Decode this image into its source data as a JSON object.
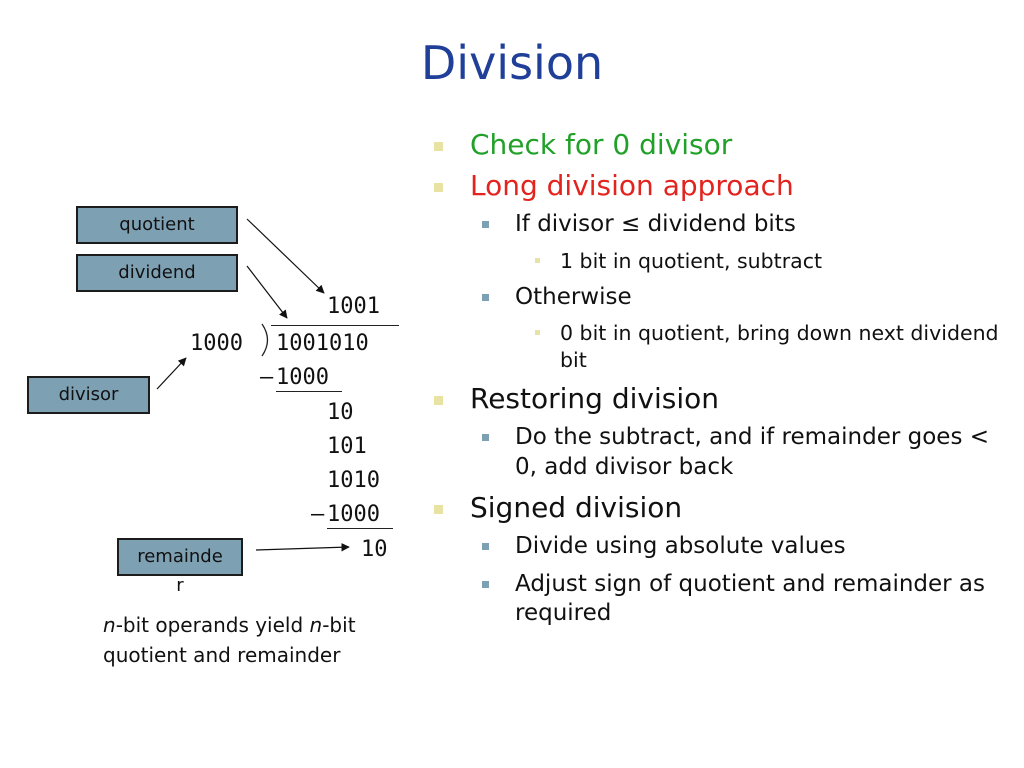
{
  "title": "Division",
  "bullets": {
    "check_zero": "Check for 0 divisor",
    "long_division": "Long division approach",
    "if_divisor": "If divisor ≤ dividend bits",
    "one_bit": "1 bit in quotient, subtract",
    "otherwise": "Otherwise",
    "zero_bit": "0 bit in quotient, bring down next dividend bit",
    "restoring": "Restoring division",
    "do_subtract": "Do the subtract, and if remainder goes < 0, add divisor back",
    "signed": "Signed division",
    "divide_abs": "Divide using absolute values",
    "adjust_sign": "Adjust sign of quotient and remainder as required"
  },
  "labels": {
    "quotient": "quotient",
    "dividend": "dividend",
    "divisor": "divisor",
    "remainder_line1": "remainde",
    "remainder_line2": "r"
  },
  "long_division": {
    "quotient": "1001",
    "divisor": "1000",
    "dividend": "1001010",
    "minus1": "–",
    "sub1": "1000",
    "r1": "10",
    "r2": "101",
    "r3": "1010",
    "minus2": "–",
    "sub2": "1000",
    "remainder": "10"
  },
  "caption": {
    "n1": "n",
    "part1": "-bit operands yield ",
    "n2": "n",
    "part2": "-bit quotient and remainder"
  },
  "colors": {
    "title": "#1f3f99",
    "green": "#22a12a",
    "red": "#e3231e",
    "box": "#7ea0b3"
  }
}
